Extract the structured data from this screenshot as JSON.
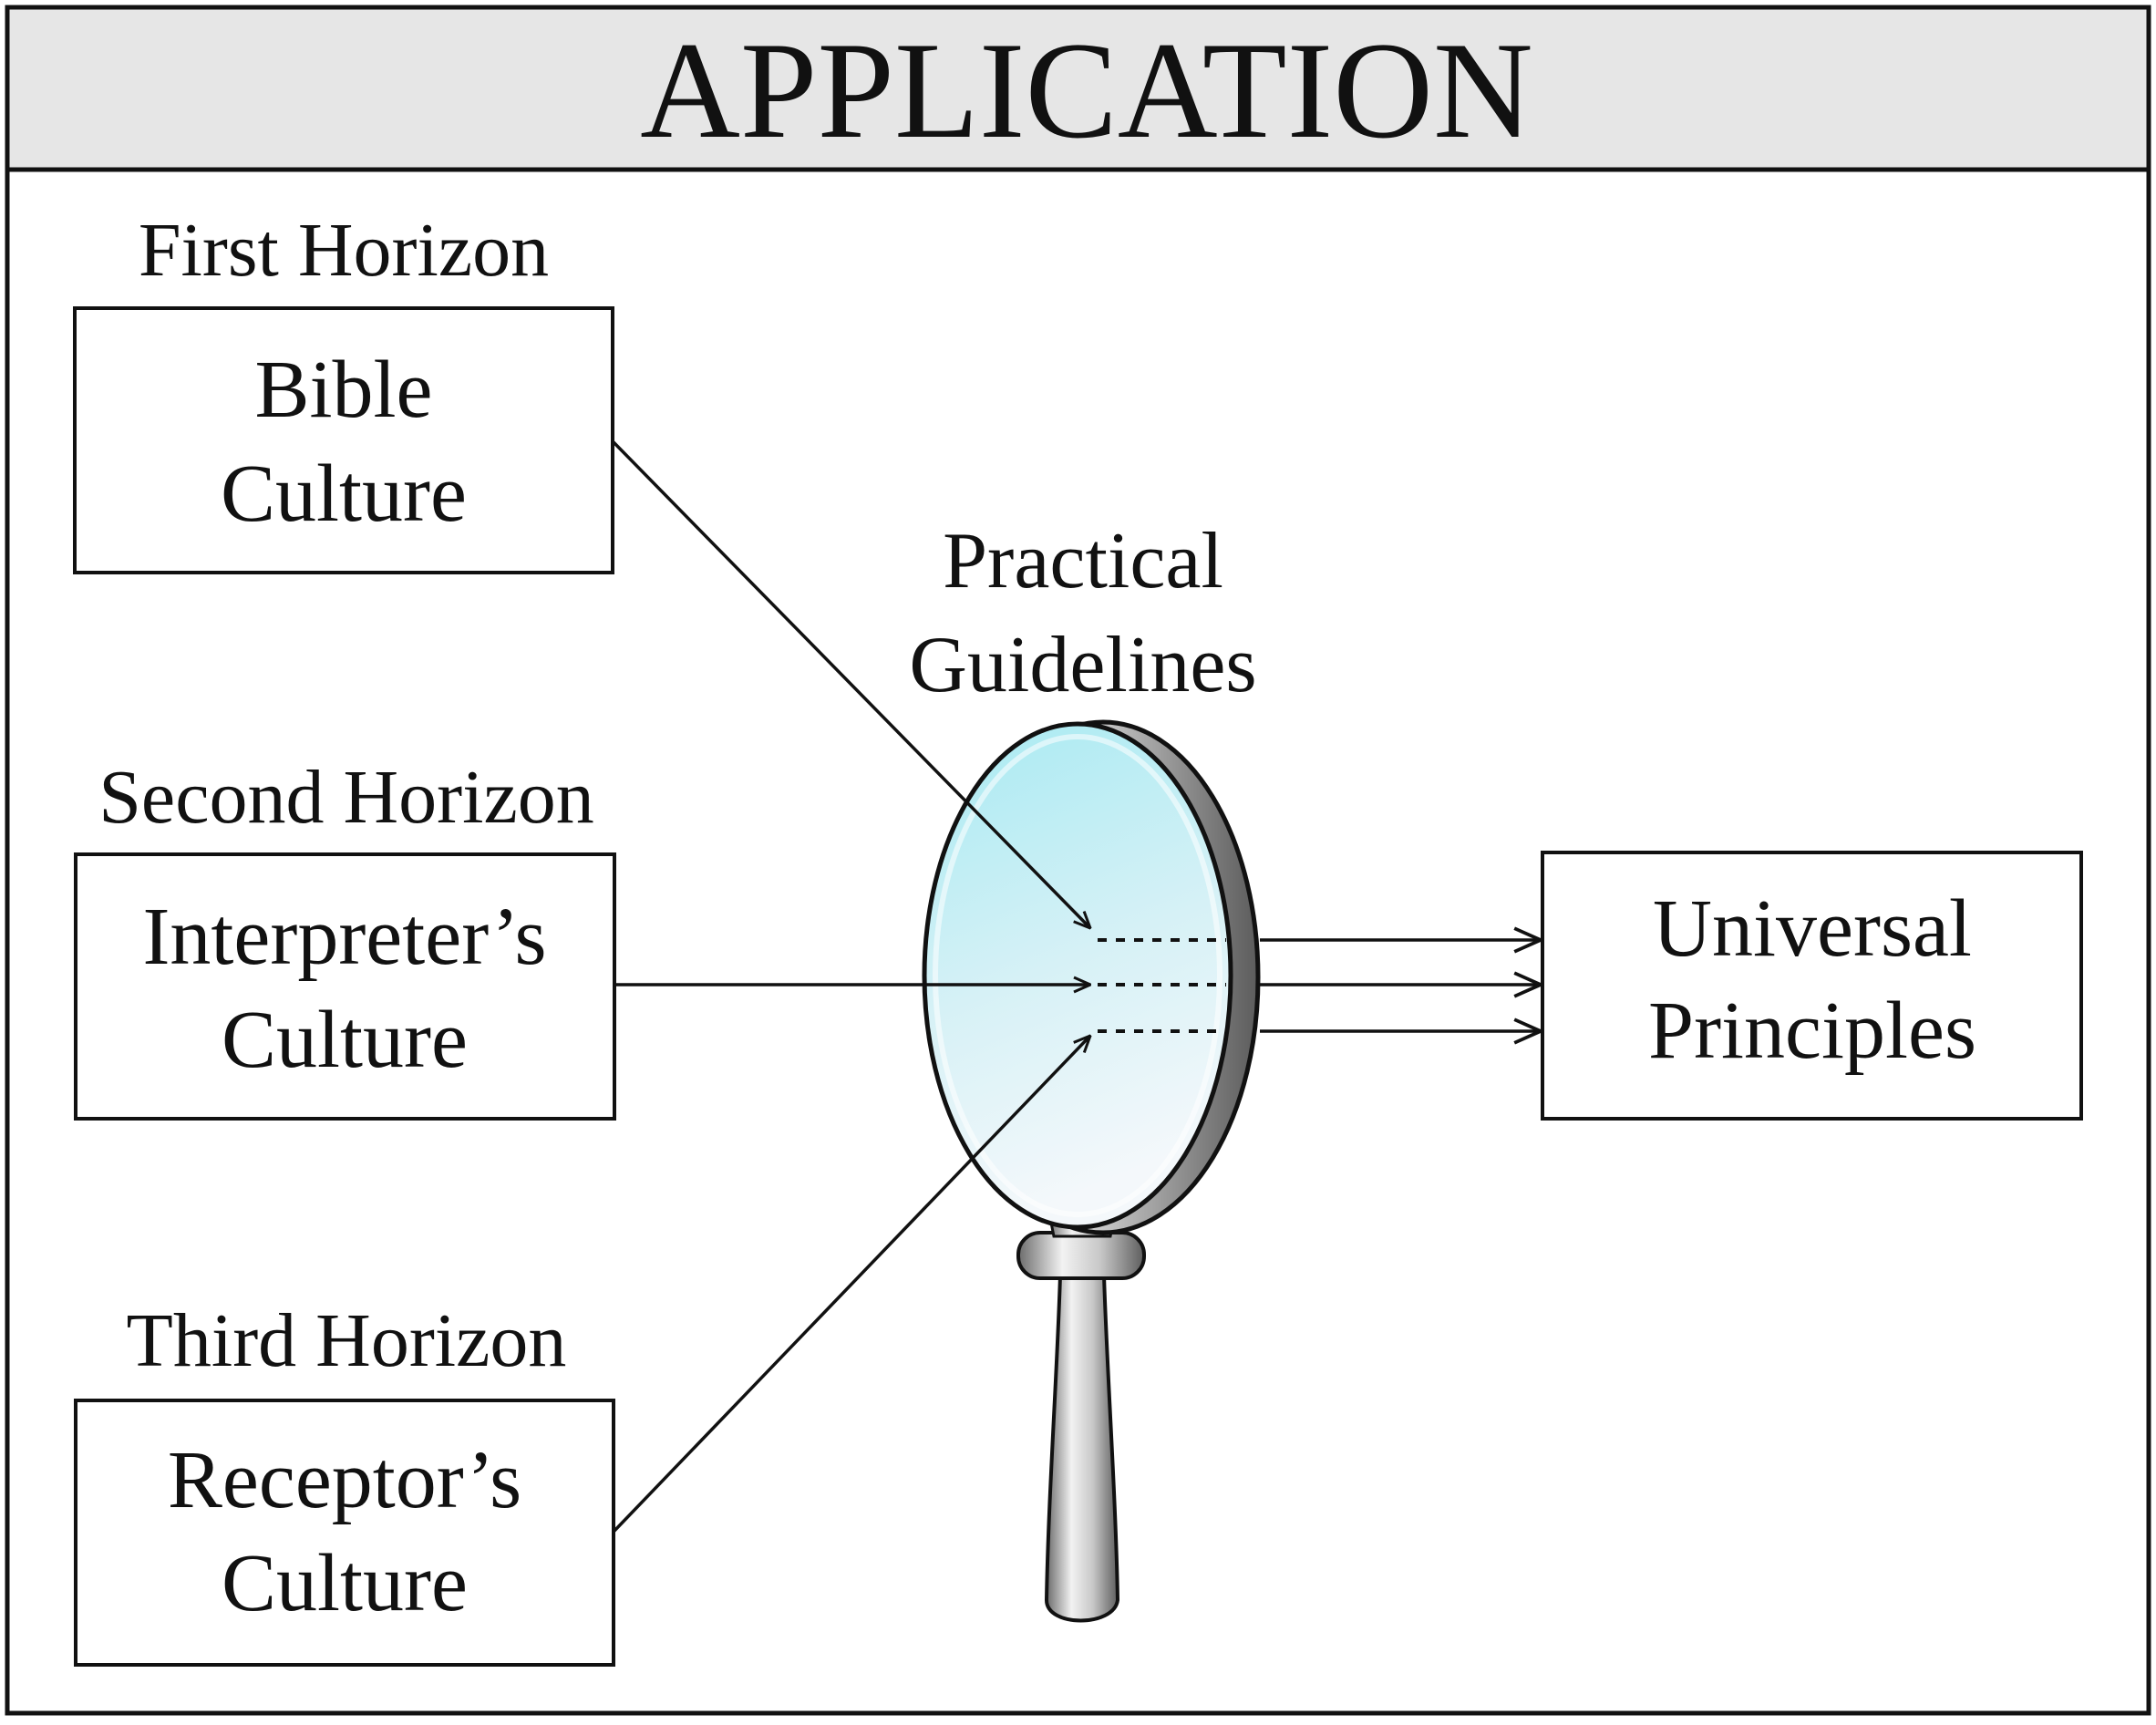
{
  "title": "APPLICATION",
  "horizons": [
    {
      "heading": "First Horizon",
      "lines": [
        "Bible",
        "Culture"
      ]
    },
    {
      "heading": "Second Horizon",
      "lines": [
        "Interpreter’s",
        "Culture"
      ]
    },
    {
      "heading": "Third Horizon",
      "lines": [
        "Receptor’s",
        "Culture"
      ]
    }
  ],
  "lens_label": [
    "Practical",
    "Guidelines"
  ],
  "result": {
    "lines": [
      "Universal",
      "Principles"
    ]
  },
  "icons": {
    "lens": "magnifying-glass-icon"
  },
  "colors": {
    "header_fill": "#e6e6e6",
    "stroke": "#111111",
    "lens_glass_top": "#a8eaf2",
    "lens_glass_bottom": "#f4f8fb",
    "metal_light": "#f2f2f2",
    "metal_dark": "#6b6b6b"
  }
}
